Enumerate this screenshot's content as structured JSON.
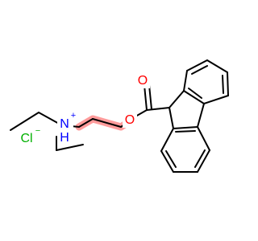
{
  "atoms": {
    "oxygen_carbonyl": "O",
    "oxygen_ester": "O",
    "nitrogen": "N",
    "hydrogen_nitrogen": "H",
    "nitrogen_charge": "+",
    "chloride": "Cl",
    "chloride_charge": "−"
  },
  "colors": {
    "oxygen": "#ff0000",
    "nitrogen": "#0000ff",
    "chlorine": "#00b000",
    "carbon": "#000000",
    "highlight": "#ff8080"
  }
}
